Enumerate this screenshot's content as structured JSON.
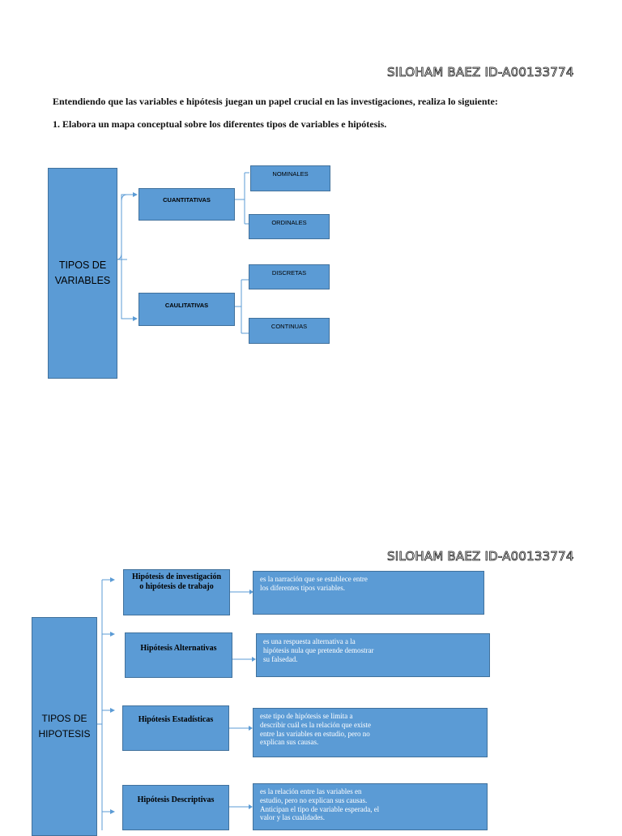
{
  "page1": {
    "author": "SILOHAM BAEZ ID-A00133774",
    "instruction": "Entendiendo que las variables e hipótesis juegan un papel crucial en las investigaciones, realiza lo siguiente:",
    "task": "1. Elabora un mapa conceptual sobre los diferentes tipos de variables e hipótesis.",
    "variables_map": {
      "root": "TIPOS DE VARIABLES",
      "branches": [
        {
          "label": "CUANTITATIVAS",
          "children": [
            "NOMINALES",
            "ORDINALES"
          ]
        },
        {
          "label": "CAULITATIVAS",
          "children": [
            "DISCRETAS",
            "CONTINUAS"
          ]
        }
      ]
    }
  },
  "page2": {
    "author": "SILOHAM BAEZ ID-A00133774",
    "hypothesis_map": {
      "root": "TIPOS DE HIPOTESIS",
      "items": [
        {
          "title": "Hipótesis de investigación o hipótesis de trabajo",
          "description": "es la narración que se establece entre\nlos diferentes tipos variables."
        },
        {
          "title": "Hipótesis Alternativas",
          "description": "es una respuesta alternativa a la\nhipótesis nula que pretende demostrar\nsu falsedad."
        },
        {
          "title": "Hipótesis Estadísticas",
          "description": "este tipo de hipótesis se limita a\ndescribir cuál es la relación que existe\nentre las variables en estudio, pero no\nexplican sus causas."
        },
        {
          "title": "Hipótesis Descriptivas",
          "description": "es la relación entre las variables en\nestudio, pero no explican sus causas.\nAnticipan el tipo de variable esperada, el\nvalor y las cualidades."
        }
      ]
    }
  },
  "colors": {
    "box_fill": "#5b9bd5",
    "box_border": "#41719c",
    "connector": "#5b9bd5"
  }
}
